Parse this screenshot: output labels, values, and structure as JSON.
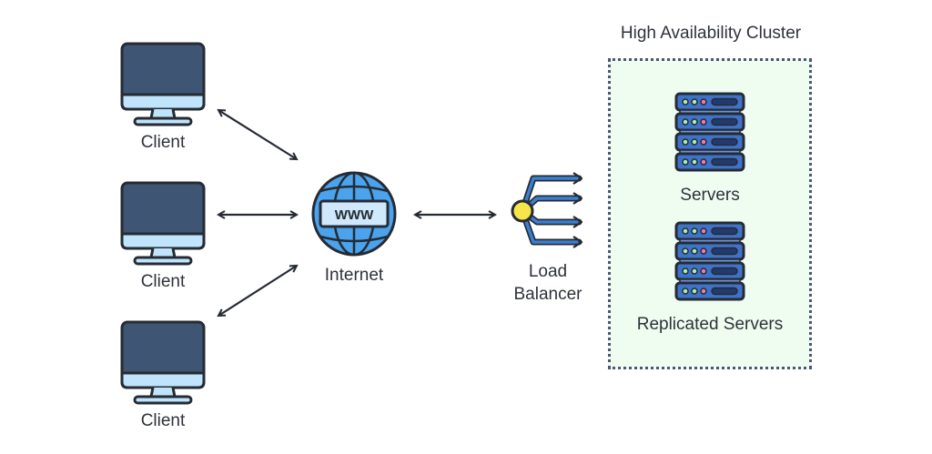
{
  "clients": [
    {
      "label": "Client"
    },
    {
      "label": "Client"
    },
    {
      "label": "Client"
    }
  ],
  "internet": {
    "label": "Internet",
    "badge_text": "WWW"
  },
  "load_balancer": {
    "label_line1": "Load",
    "label_line2": "Balancer"
  },
  "cluster": {
    "title": "High Availability Cluster",
    "groups": [
      {
        "label": "Servers"
      },
      {
        "label": "Replicated Servers"
      }
    ]
  },
  "colors": {
    "monitor_screen": "#3e5674",
    "monitor_base": "#bfe4fb",
    "globe": "#4aa3ec",
    "balancer_node": "#f6e64a",
    "balancer_lines": "#3a7fd3",
    "server_body": "#3f73c9",
    "cluster_bg": "#effdf0",
    "outline": "#262b33"
  }
}
